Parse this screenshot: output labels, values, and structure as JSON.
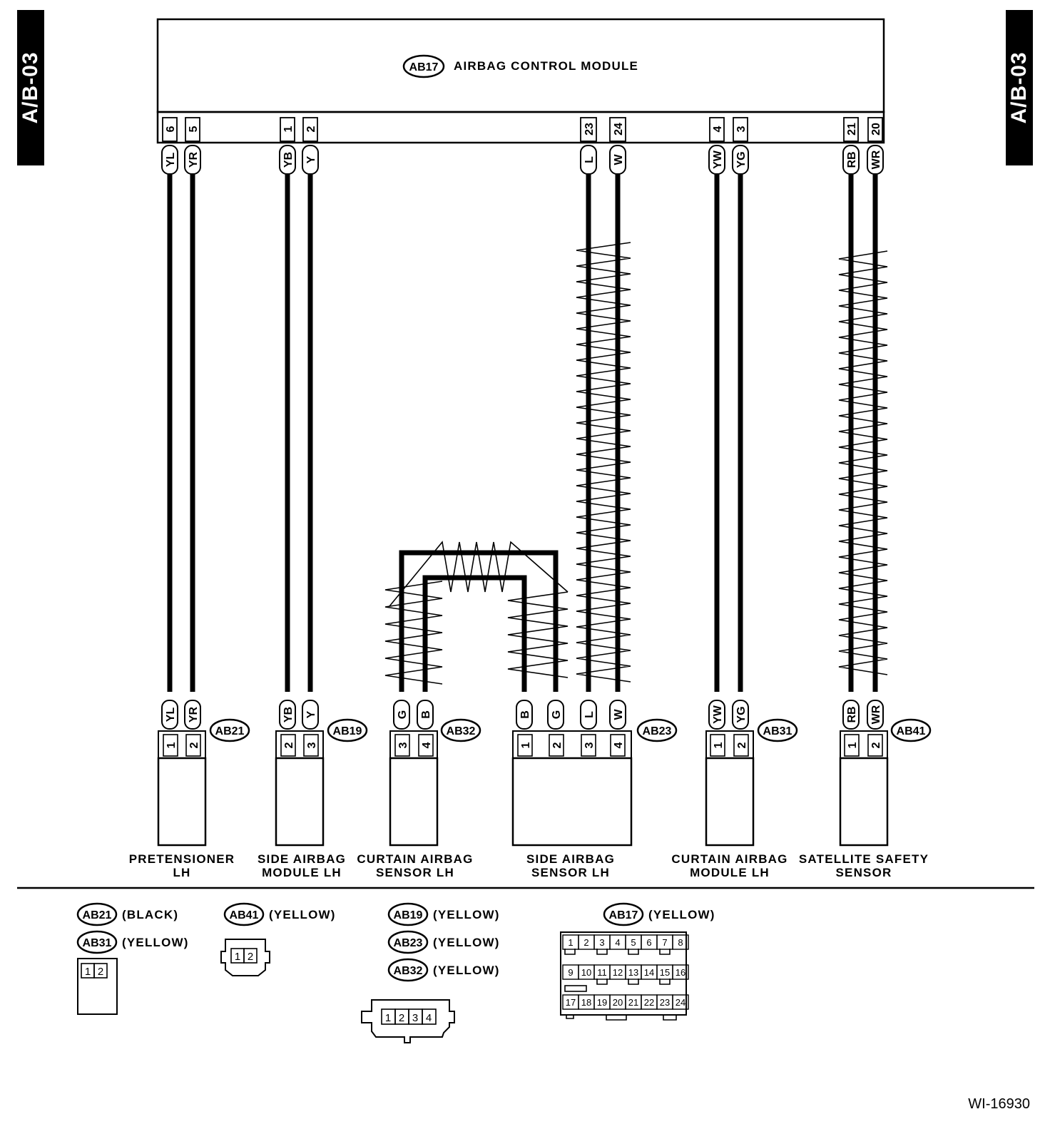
{
  "side_tab": "A/B-03",
  "figure_id": "WI-16930",
  "module": {
    "ref": "AB17",
    "title": "AIRBAG CONTROL MODULE"
  },
  "wire_pairs": [
    {
      "id": "pretensioner",
      "pins": [
        "6",
        "5"
      ],
      "colors": [
        "YL",
        "YR"
      ],
      "twisted": false,
      "connector": {
        "ref": "AB21",
        "pins": [
          "1",
          "2"
        ]
      },
      "label": [
        "PRETENSIONER",
        "LH"
      ]
    },
    {
      "id": "side-airbag-module",
      "pins": [
        "1",
        "2"
      ],
      "colors": [
        "YB",
        "Y"
      ],
      "twisted": false,
      "connector": {
        "ref": "AB19",
        "pins": [
          "2",
          "3"
        ]
      },
      "label": [
        "SIDE AIRBAG",
        "MODULE LH"
      ]
    },
    {
      "id": "side-airbag-sensor",
      "pins": [
        "23",
        "24"
      ],
      "colors": [
        "L",
        "W"
      ],
      "twisted": true,
      "connector": {
        "ref": "AB23",
        "pins": [
          "1",
          "2",
          "3",
          "4"
        ]
      },
      "label": [
        "SIDE AIRBAG",
        "SENSOR LH"
      ]
    },
    {
      "id": "curtain-airbag-module",
      "pins": [
        "4",
        "3"
      ],
      "colors": [
        "YW",
        "YG"
      ],
      "twisted": false,
      "connector": {
        "ref": "AB31",
        "pins": [
          "1",
          "2"
        ]
      },
      "label": [
        "CURTAIN AIRBAG",
        "MODULE LH"
      ]
    },
    {
      "id": "satellite-safety-sensor",
      "pins": [
        "21",
        "20"
      ],
      "colors": [
        "RB",
        "WR"
      ],
      "twisted": true,
      "connector": {
        "ref": "AB41",
        "pins": [
          "1",
          "2"
        ]
      },
      "label": [
        "SATELLITE SAFETY",
        "SENSOR"
      ]
    }
  ],
  "curtain_sensor": {
    "connector": {
      "ref": "AB32",
      "pins": [
        "3",
        "4"
      ]
    },
    "label": [
      "CURTAIN AIRBAG",
      "SENSOR LH"
    ],
    "colors": [
      "G",
      "B"
    ],
    "ab23_colors": [
      "B",
      "G"
    ]
  },
  "legend": {
    "ab21": {
      "ref": "AB21",
      "color": "(BLACK)"
    },
    "ab31": {
      "ref": "AB31",
      "color": "(YELLOW)"
    },
    "ab41": {
      "ref": "AB41",
      "color": "(YELLOW)"
    },
    "ab19": {
      "ref": "AB19",
      "color": "(YELLOW)"
    },
    "ab23": {
      "ref": "AB23",
      "color": "(YELLOW)"
    },
    "ab32": {
      "ref": "AB32",
      "color": "(YELLOW)"
    },
    "ab17": {
      "ref": "AB17",
      "color": "(YELLOW)"
    },
    "two_pin": [
      "1",
      "2"
    ],
    "four_pin": [
      "1",
      "2",
      "3",
      "4"
    ],
    "ab17_rows": [
      [
        "1",
        "2",
        "3",
        "4",
        "5",
        "6",
        "7",
        "8"
      ],
      [
        "9",
        "10",
        "11",
        "12",
        "13",
        "14",
        "15",
        "16"
      ],
      [
        "17",
        "18",
        "19",
        "20",
        "21",
        "22",
        "23",
        "24"
      ]
    ]
  }
}
